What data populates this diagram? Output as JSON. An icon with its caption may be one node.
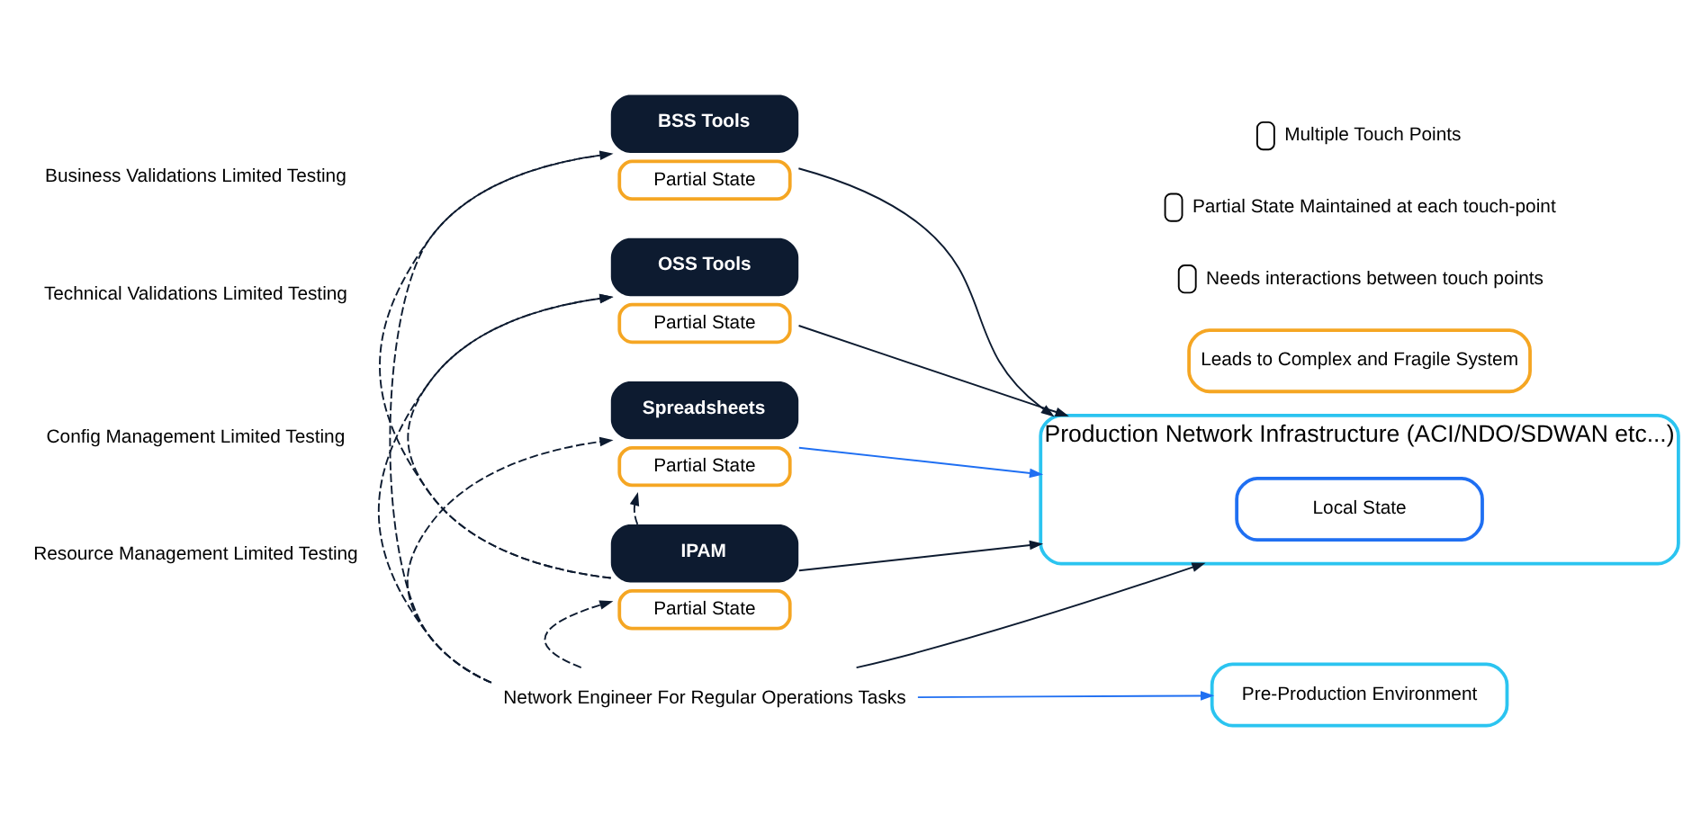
{
  "diagram": {
    "nodes": [
      {
        "text": [
          "BSS Tools",
          "Partial State"
        ]
      },
      {
        "text": [
          "OSS Tools",
          "Partial State"
        ]
      },
      {
        "text": [
          "Spreadsheets",
          "Partial State"
        ]
      },
      {
        "text": [
          "IPAM",
          "Partial State"
        ]
      },
      {
        "text": [
          "Network Engineer For Regular Operations Tasks"
        ]
      },
      {
        "text": [
          "Production Network Infrastructure (ACI/NDO/SDWAN etc...)"
        ]
      },
      {
        "text": [
          "Local State"
        ],
        "in": 5
      },
      {
        "text": [
          "Pre-Production Environment"
        ]
      },
      {
        "text": [
          "Leads to Complex and Fragile System"
        ]
      }
    ],
    "edges": [
      {
        "from": 4,
        "to": 0,
        "arrow": "none",
        "style": "dashed"
      },
      {
        "from": 4,
        "to": 1,
        "arrow": "to",
        "style": "dashed"
      },
      {
        "from": 4,
        "to": 2,
        "arrow": "to",
        "style": "dashed"
      },
      {
        "from": 4,
        "to": 3,
        "arrow": "to",
        "style": "dashed"
      },
      {
        "from": 3,
        "to": 0,
        "arrow": "to",
        "style": "dashed"
      },
      {
        "from": 3,
        "to": 1,
        "arrow": "to",
        "style": "dashed"
      },
      {
        "from": 3,
        "to": 2,
        "arrow": "to",
        "style": "dashed"
      },
      {
        "from": 0,
        "to": 5,
        "arrow": "to"
      },
      {
        "from": 1,
        "to": 5,
        "arrow": "to"
      },
      {
        "from": 3,
        "to": 5,
        "arrow": "to"
      },
      {
        "from": 4,
        "to": 5,
        "arrow": "to"
      },
      {
        "from": 2,
        "to": 5,
        "arrow": "to",
        "color": "#1f6ff2"
      },
      {
        "from": 4,
        "to": 7,
        "arrow": "to",
        "color": "#1f6ff2"
      }
    ],
    "labels": [
      "Business Validations Limited Testing",
      "Technical Validations Limited Testing",
      "Config Management Limited Testing",
      "Resource Management Limited Testing"
    ],
    "legend": [
      {
        "text": "Multiple Touch Points"
      },
      {
        "text": "Partial State Maintained at each touch-point"
      },
      {
        "text": "Needs interactions between touch points"
      }
    ]
  }
}
